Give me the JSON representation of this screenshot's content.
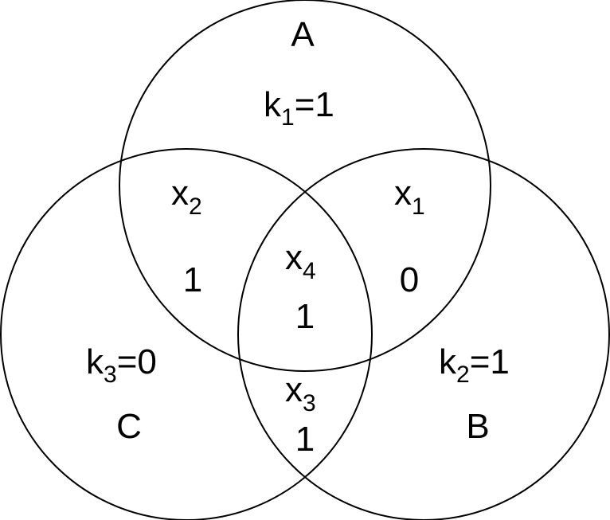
{
  "sets": {
    "a": {
      "name": "A",
      "k": "k",
      "k_sub": "1",
      "k_eq": "=1"
    },
    "b": {
      "name": "B",
      "k": "k",
      "k_sub": "2",
      "k_eq": "=1"
    },
    "c": {
      "name": "C",
      "k": "k",
      "k_sub": "3",
      "k_eq": "=0"
    }
  },
  "regions": {
    "x1": {
      "var": "x",
      "sub": "1",
      "value": "0"
    },
    "x2": {
      "var": "x",
      "sub": "2",
      "value": "1"
    },
    "x3": {
      "var": "x",
      "sub": "3",
      "value": "1"
    },
    "x4": {
      "var": "x",
      "sub": "4",
      "value": "1"
    }
  },
  "colors": {
    "stroke": "#000000",
    "background": "#ffffff"
  }
}
